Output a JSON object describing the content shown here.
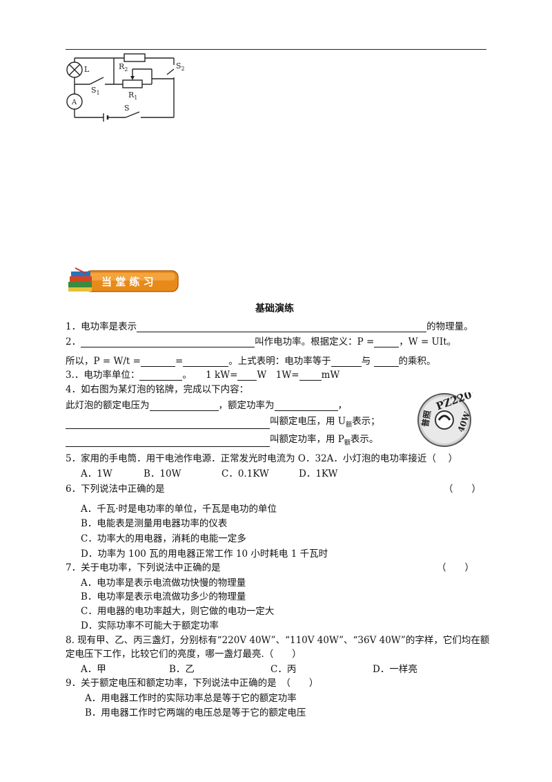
{
  "circuit": {
    "L": "L",
    "R2": "R",
    "R2sub": "2",
    "S2": "S",
    "S2sub": "2",
    "S1": "S",
    "S1sub": "1",
    "R1": "R",
    "R1sub": "1",
    "A": "A",
    "S": "S"
  },
  "banner": {
    "text": "当 堂 练 习"
  },
  "section_title": "基础演练",
  "q1": {
    "prefix": "1．电功率是表示",
    "suffix": "的物理量。"
  },
  "q2": {
    "prefix": "2．",
    "mid": "叫作电功率。根据定义：P =",
    "mid2": "，W = UIt。"
  },
  "q2b": {
    "a": "所以，P = W/t =",
    "b": "=",
    "c": "。上式表明：电功率等于",
    "d": "与",
    "e": "的乘积。"
  },
  "q3": {
    "a": "3.．电功率单位：",
    "b": "。",
    "c": "1 kW=",
    "d": "W",
    "e": "1W=",
    "f": "mW"
  },
  "q4": {
    "intro": "4．如右图为某灯泡的铭牌，完成以下内容：",
    "line1a": "此灯泡的额定电压为",
    "line1b": "，额定功率为",
    "line1c": "，",
    "line2a": "叫额定电压，用 U",
    "line2sub": "额",
    "line2b": "表示；",
    "line3a": "叫额定功率，用 P",
    "line3sub": "额",
    "line3b": "表示。"
  },
  "nameplate": {
    "top": "PZ220V",
    "right": "40W",
    "left": "普照"
  },
  "q5": {
    "stem": "5．家用的手电筒．用干电池作电源．正常发光时电流为 O．32A．小灯泡的电功率接近（　 ）",
    "options": [
      "A．1W",
      "B．10W",
      "C．0.1KW",
      "D．1KW"
    ]
  },
  "q6": {
    "stem": "6．下列说法中正确的是",
    "paren": "（　　）",
    "options": [
      "A．千瓦·时是电功率的单位，千瓦是电功的单位",
      "B．电能表是测量用电器功率的仪表",
      "C．功率大的用电器，消耗的电能一定多",
      "D．功率为 100 瓦的用电器正常工作 10 小时耗电 1 千瓦时"
    ]
  },
  "q7": {
    "stem": "7．关于电功率，下列说法中正确的是",
    "paren": "（　　）",
    "options": [
      "A．电功率是表示电流做功快慢的物理量",
      "B．电功率是表示电流做功多少的物理量",
      "C．用电器的电功率越大，则它做的电功一定大",
      "D．实际功率不可能大于额定功率"
    ]
  },
  "q8": {
    "line1": "8. 现有甲、乙、丙三盏灯，分别标有“220V 40W”、“110V 40W”、“36V 40W”的字样，它们均在额",
    "line2": "定电压下工作，比较它们的亮度，哪一盏灯最亮.（　　）",
    "options": [
      "A．甲",
      "B．乙",
      "C．丙",
      "D．一样亮"
    ]
  },
  "q9": {
    "stem": "9．关于额定电压和额定功率，下列说法中正确的是　（　　）",
    "options": [
      "A．用电器工作时的实际功率总是等于它的额定功率",
      "B．用电器工作时它两端的电压总是等于它的额定电压"
    ]
  }
}
